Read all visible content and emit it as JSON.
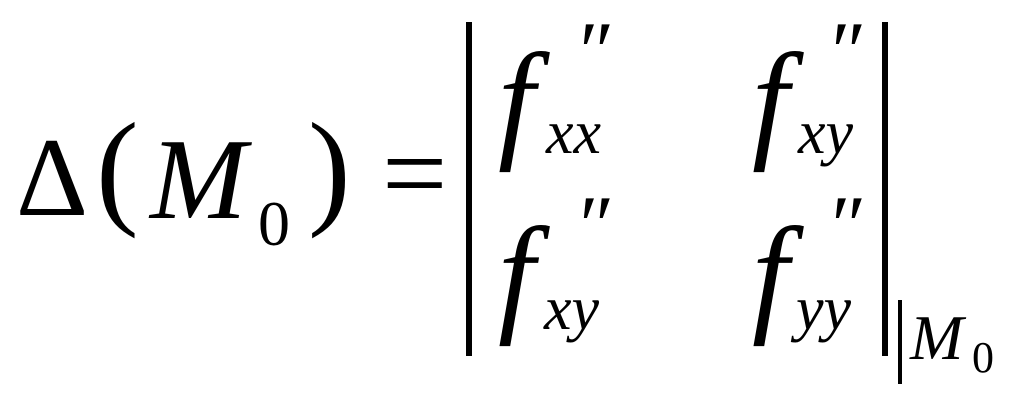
{
  "lhs": {
    "delta": "Δ",
    "open_paren": "(",
    "point": "M",
    "point_subscript": "0",
    "close_paren": ")",
    "equals": "="
  },
  "matrix": {
    "function": "f",
    "derivative_mark": "″",
    "subscripts": [
      [
        "xx",
        "xy"
      ],
      [
        "xy",
        "yy"
      ]
    ]
  },
  "evaluation": {
    "point": "M",
    "point_subscript": "0"
  }
}
